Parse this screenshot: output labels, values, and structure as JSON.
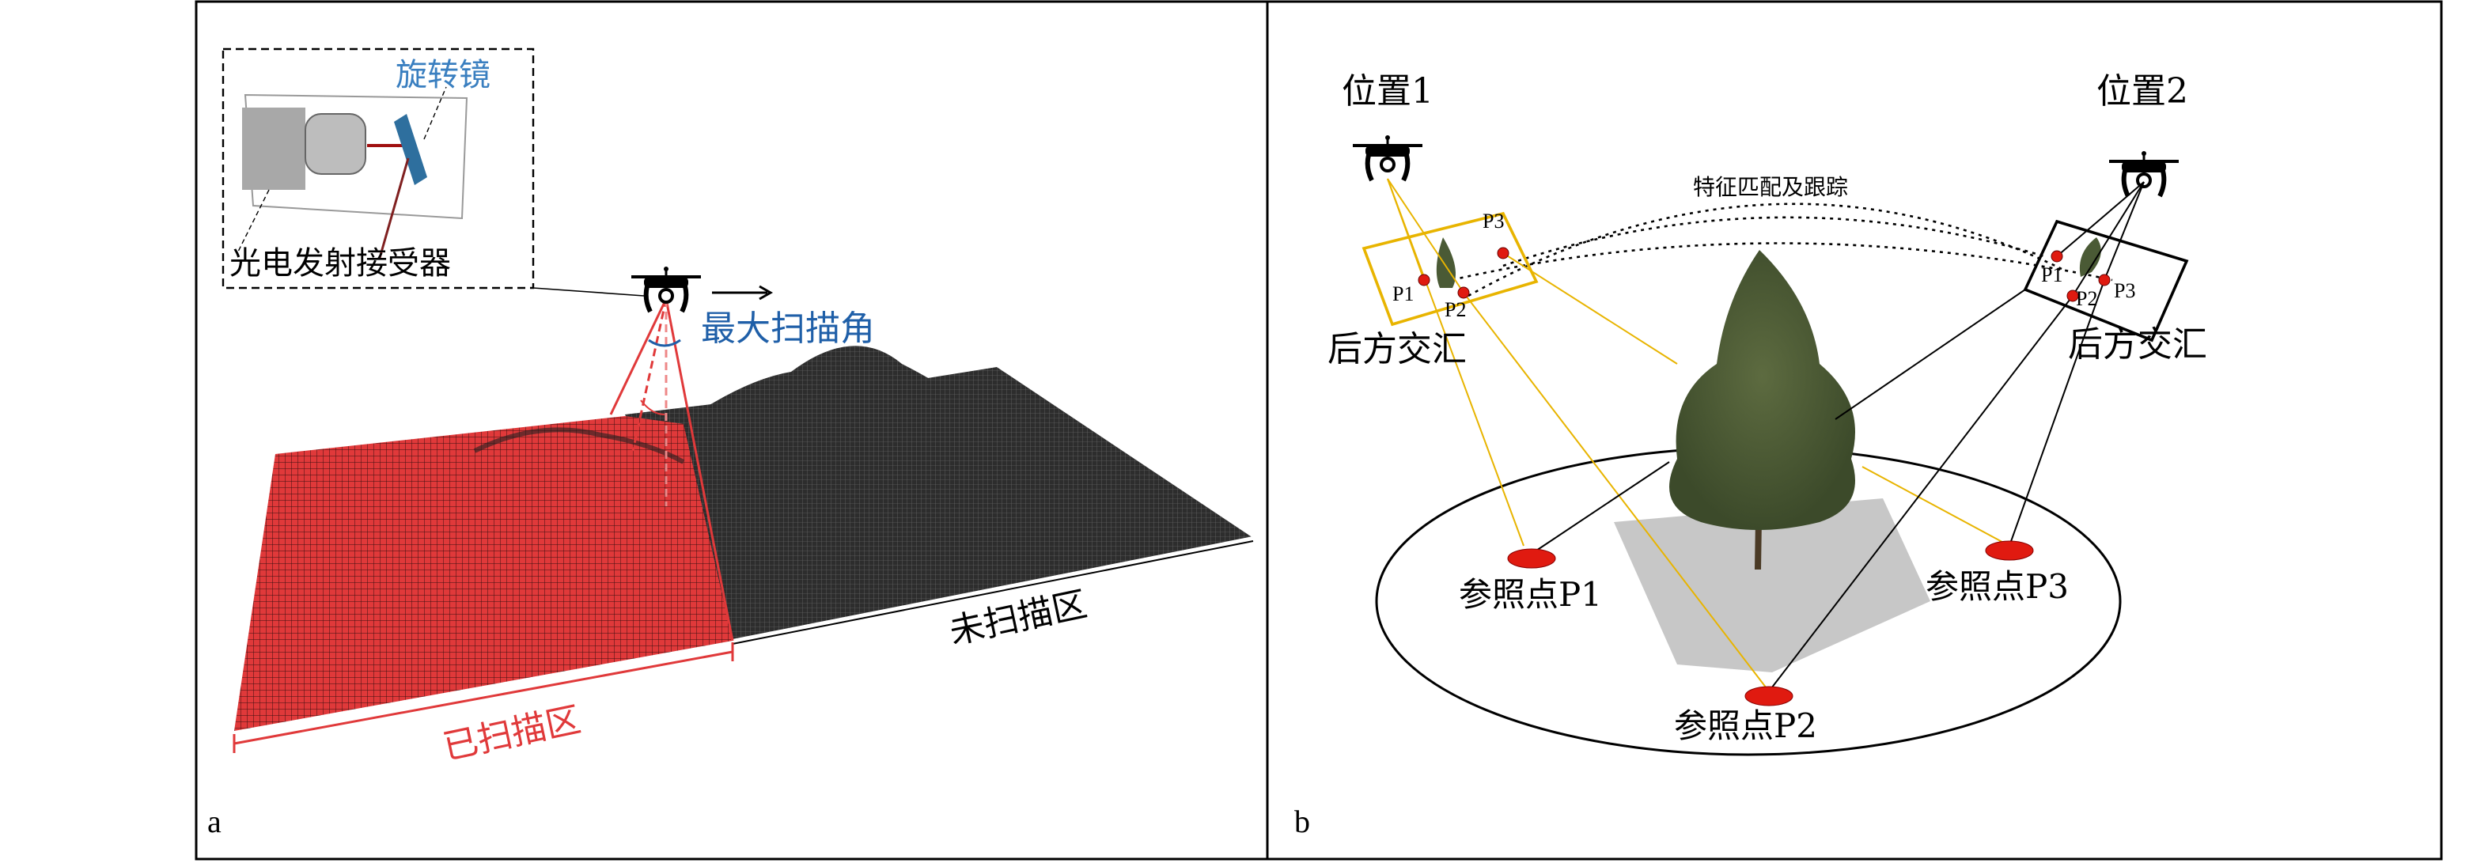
{
  "panel_a": {
    "label": "a",
    "inset_mirror_label": "旋转镜",
    "inset_transceiver_label": "光电发射接受器",
    "max_scan_angle_label": "最大扫描角",
    "scanned_area_label": "已扫描区",
    "unscanned_area_label": "未扫描区"
  },
  "panel_b": {
    "label": "b",
    "position1_label": "位置1",
    "position2_label": "位置2",
    "feature_matching_label": "特征匹配及跟踪",
    "resection_left_label": "后方交汇",
    "resection_right_label": "后方交汇",
    "image_points": [
      "P1",
      "P2",
      "P3"
    ],
    "reference_points": [
      "参照点P1",
      "参照点P2",
      "参照点P3"
    ]
  },
  "colors": {
    "scanned_red": "#e0393a",
    "terrain_dark": "#2d2d2d",
    "blue_label": "#1f5fa8",
    "mirror_blue": "#2e6f9e",
    "frame_yellow": "#e8b400",
    "reference_red": "#e01a10",
    "tree_green": "#4a5a35"
  }
}
